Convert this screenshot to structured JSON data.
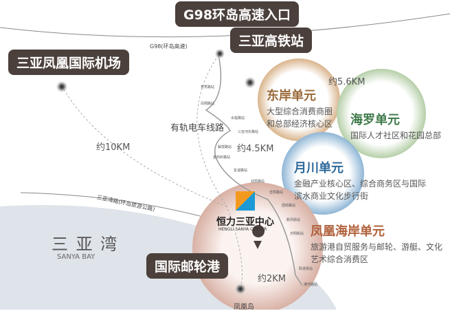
{
  "callouts": {
    "g98": "G98环岛高速入口",
    "hsr": "三亚高铁站",
    "airport": "三亚凤凰国际机场",
    "cruise": "国际邮轮港"
  },
  "roads": {
    "g98": "G98(环岛高速)",
    "sanyawan_road": "三亚湾路(环岛旅游公路)",
    "tram": "有轨电车线路"
  },
  "distances": {
    "d1": "约5.6KM",
    "d2": "约4.5KM",
    "d3": "约10KM",
    "d4": "约2KM"
  },
  "bay": {
    "cn": "三 亚 湾",
    "en": "SANYA BAY"
  },
  "center": {
    "cn": "恒力三亚中心",
    "en": "HENGLI SANYA CENTER"
  },
  "island": "凤凰岛",
  "zones": [
    {
      "title": "东岸单元",
      "desc1": "大型综合消费商圈",
      "desc2": "和总部经济核心区",
      "color": "#9a6a3a"
    },
    {
      "title": "海罗单元",
      "desc1": "国际人才社区和花园总部",
      "color": "#3f7a4a"
    },
    {
      "title": "月川单元",
      "desc1": "金融产业核心区、综合商务区与国际",
      "desc2": "滨水商业文化步行街",
      "color": "#2f6a9a"
    },
    {
      "title": "凤凰海岸单元",
      "desc1": "旅游港自贸服务与邮轮、游艇、文化",
      "desc2": "艺术综合消费区",
      "color": "#b0603a"
    }
  ],
  "stations": [
    "育秀路站",
    "凤翔路站",
    "水蛙路站",
    "三亚河东路站",
    "解放路站",
    "金鸡岭路站",
    "友谊路站",
    "迎宾路站",
    "吉阳路站",
    "团结路站",
    "新风街站",
    "光明街站",
    "跃进街站",
    "港湾路站"
  ]
}
